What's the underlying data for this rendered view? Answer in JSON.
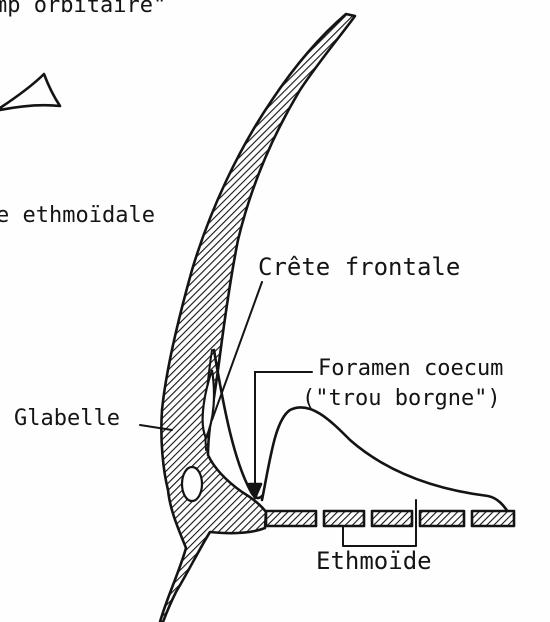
{
  "labels": {
    "top_partial": "mp orbitaire\"",
    "ethmoidale_partial": "e ethmoïdale",
    "crete_frontale": "Crête frontale",
    "foramen_coecum": "Foramen coecum",
    "trou_borgne": "(\"trou borgne\")",
    "glabelle": "Glabelle",
    "ethmoide": "Ethmoïde"
  },
  "colors": {
    "ink": "#141414",
    "paper": "#fefefe"
  }
}
